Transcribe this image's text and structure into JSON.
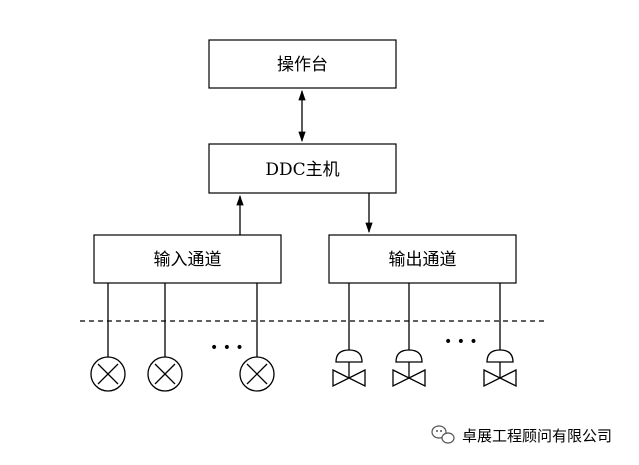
{
  "nodes": {
    "console": "操作台",
    "ddc_host": "DDC主机",
    "input_channel": "输入通道",
    "output_channel": "输出通道"
  },
  "ellipsis": "• • •",
  "watermark": {
    "text": "卓展工程顾问有限公司",
    "icon": "wechat-icon"
  }
}
